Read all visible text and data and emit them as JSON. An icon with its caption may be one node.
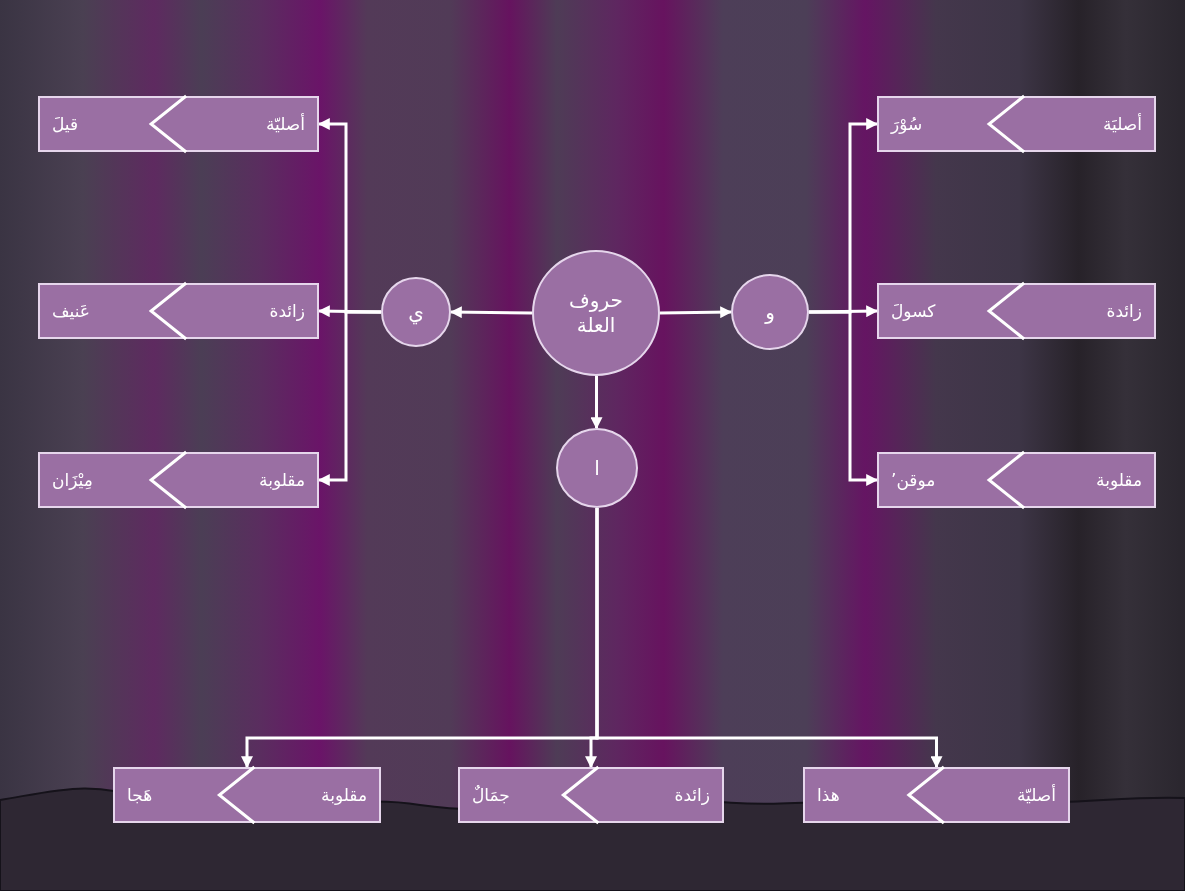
{
  "diagram": {
    "nodes": [
      {
        "text": [
          "حروف العلة"
        ]
      },
      {
        "text": [
          "ي"
        ]
      },
      {
        "text": [
          "و"
        ]
      },
      {
        "text": [
          "ا"
        ]
      },
      {
        "text": [
          "أصليّة",
          "قيلَ"
        ]
      },
      {
        "text": [
          "زائدة",
          "عَنيف"
        ]
      },
      {
        "text": [
          "مقلوبة",
          "مِيْزَان"
        ]
      },
      {
        "text": [
          "أصليَة",
          "سُوْرَ"
        ]
      },
      {
        "text": [
          "زائدة",
          "كسولَ"
        ]
      },
      {
        "text": [
          "مقلوبة",
          "موقن’"
        ]
      },
      {
        "text": [
          "مقلوبة",
          "هَجا"
        ]
      },
      {
        "text": [
          "زائدة",
          "جمَالٌ"
        ]
      },
      {
        "text": [
          "أصليّة",
          "هذا"
        ]
      }
    ],
    "edges": [
      {
        "from": 0,
        "to": 1,
        "arrow": "to"
      },
      {
        "from": 0,
        "to": 2,
        "arrow": "to"
      },
      {
        "from": 0,
        "to": 3,
        "arrow": "to"
      },
      {
        "from": 1,
        "to": 4,
        "arrow": "to"
      },
      {
        "from": 1,
        "to": 5,
        "arrow": "to"
      },
      {
        "from": 1,
        "to": 6,
        "arrow": "to"
      },
      {
        "from": 2,
        "to": 7,
        "arrow": "to"
      },
      {
        "from": 2,
        "to": 8,
        "arrow": "to"
      },
      {
        "from": 2,
        "to": 9,
        "arrow": "to"
      },
      {
        "from": 3,
        "to": 10,
        "arrow": "to"
      },
      {
        "from": 3,
        "to": 11,
        "arrow": "to"
      },
      {
        "from": 3,
        "to": 12,
        "arrow": "to"
      }
    ]
  }
}
